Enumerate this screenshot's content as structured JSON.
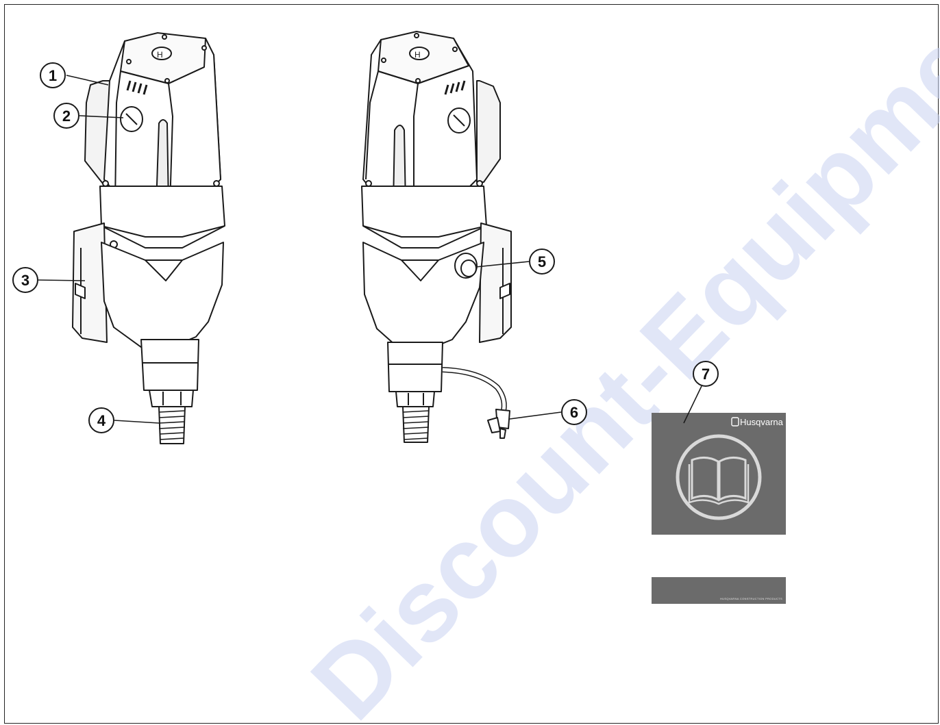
{
  "callouts": [
    {
      "id": "1",
      "label": "1"
    },
    {
      "id": "2",
      "label": "2"
    },
    {
      "id": "3",
      "label": "3"
    },
    {
      "id": "4",
      "label": "4"
    },
    {
      "id": "5",
      "label": "5"
    },
    {
      "id": "6",
      "label": "6"
    },
    {
      "id": "7",
      "label": "7"
    }
  ],
  "manual": {
    "brand": "Husqvarna",
    "footer": "HUSQVARNA CONSTRUCTION PRODUCTS"
  },
  "watermark": "Discount-Equipment.com",
  "icons": {
    "drill_front": "drill-motor-front-icon",
    "drill_back": "drill-motor-back-icon",
    "book": "open-book-icon"
  },
  "colors": {
    "manual_cover": "#6b6b6b",
    "watermark": "#c9d3f2",
    "line": "#1a1a1a"
  }
}
